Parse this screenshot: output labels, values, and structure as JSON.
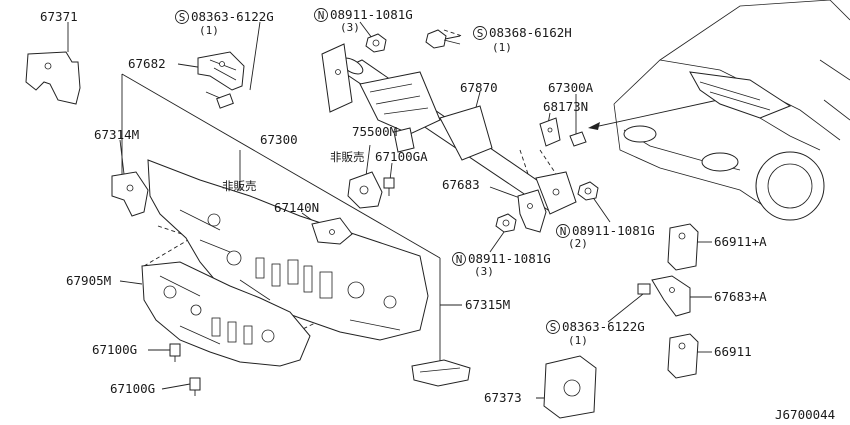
{
  "diagram_id": "J6700044",
  "labels": {
    "p67371": "67371",
    "p08363_top": "08363-6122G",
    "p08363_top_qty": "(1)",
    "p08911_top": "08911-1081G",
    "p08911_top_qty": "(3)",
    "p08368": "08368-6162H",
    "p08368_qty": "(1)",
    "p67682": "67682",
    "p67870": "67870",
    "p67300A": "67300A",
    "p68173N": "68173N",
    "p67314M": "67314M",
    "p67300": "67300",
    "p75500M": "75500M",
    "not_sold_1": "非販売",
    "p67100GA": "67100GA",
    "not_sold_2": "非販売",
    "p67140N": "67140N",
    "p67683": "67683",
    "p08911_mid": "08911-1081G",
    "p08911_mid_qty": "(2)",
    "p08911_low": "08911-1081G",
    "p08911_low_qty": "(3)",
    "p66911A": "66911+A",
    "p67905M": "67905M",
    "p67683A": "67683+A",
    "p67315M": "67315M",
    "p08363_low": "08363-6122G",
    "p08363_low_qty": "(1)",
    "p67100G_1": "67100G",
    "p66911": "66911",
    "p67100G_2": "67100G",
    "p67373": "67373"
  },
  "symbols": {
    "screw": "S",
    "nut": "N"
  }
}
